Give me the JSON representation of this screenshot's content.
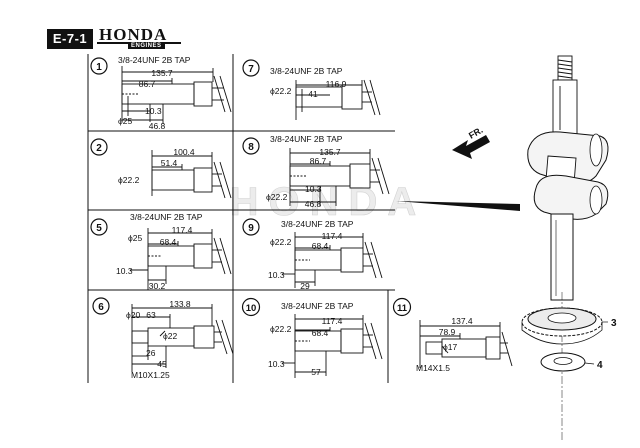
{
  "header": {
    "section_code": "E-7-1",
    "brand": "HONDA",
    "brand_sub": "ENGINES"
  },
  "watermark": "HONDA",
  "direction_label": "FR.",
  "variants": [
    {
      "ref": "1",
      "tap": "3/8-24UNF 2B TAP",
      "dims": [
        "135.7",
        "86.7",
        "10.3",
        "46.8"
      ],
      "dia": [
        "ϕ25"
      ]
    },
    {
      "ref": "7",
      "tap": "3/8-24UNF 2B TAP",
      "dims": [
        "116.9",
        "41"
      ],
      "dia": [
        "ϕ22.2"
      ]
    },
    {
      "ref": "2",
      "tap": "",
      "dims": [
        "100.4",
        "51.4"
      ],
      "dia": [
        "ϕ22.2"
      ]
    },
    {
      "ref": "8",
      "tap": "3/8-24UNF 2B TAP",
      "dims": [
        "135.7",
        "86.7",
        "10.3",
        "46.8"
      ],
      "dia": [
        "ϕ22.2"
      ]
    },
    {
      "ref": "5",
      "tap": "3/8-24UNF 2B TAP",
      "dims": [
        "117.4",
        "68.4",
        "10.3",
        "30.2"
      ],
      "dia": [
        "ϕ25"
      ]
    },
    {
      "ref": "9",
      "tap": "3/8-24UNF 2B TAP",
      "dims": [
        "117.4",
        "68.4",
        "10.3",
        "29"
      ],
      "dia": [
        "ϕ22.2"
      ]
    },
    {
      "ref": "6",
      "tap": "",
      "dims": [
        "133.8",
        "63",
        "26",
        "45"
      ],
      "dia": [
        "ϕ20",
        "ϕ22"
      ],
      "thread": "M10X1.25"
    },
    {
      "ref": "10",
      "tap": "3/8-24UNF 2B TAP",
      "dims": [
        "117.4",
        "68.4",
        "10.3",
        "57"
      ],
      "dia": [
        "ϕ22.2"
      ]
    },
    {
      "ref": "11",
      "tap": "",
      "dims": [
        "137.4",
        "78.9"
      ],
      "dia": [
        "ϕ17"
      ],
      "thread": "M14X1.5"
    }
  ],
  "callouts": [
    "3",
    "4"
  ]
}
